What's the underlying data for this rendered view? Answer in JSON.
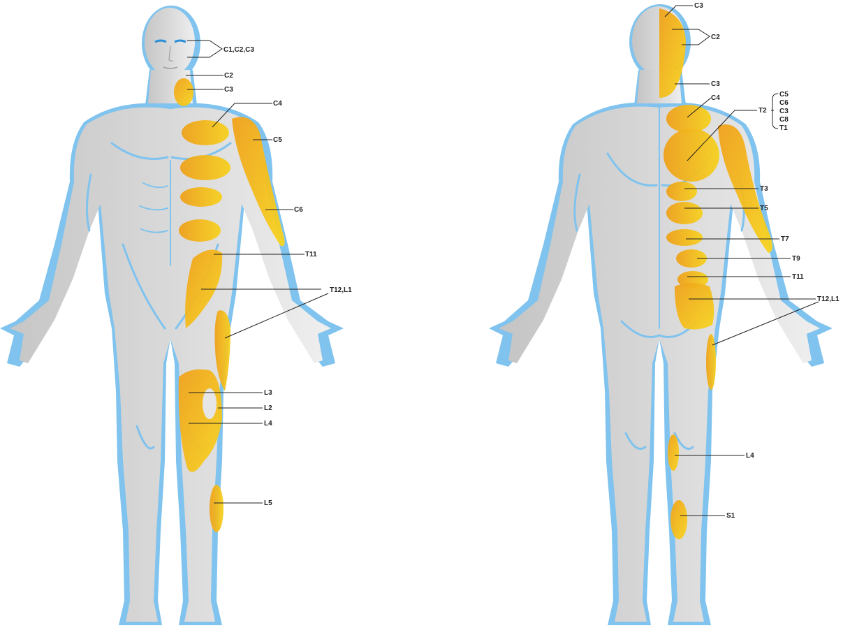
{
  "front": {
    "labels": {
      "c1c2c3": "C1,C2,C3",
      "c2": "C2",
      "c3": "C3",
      "c4": "C4",
      "c5": "C5",
      "c6": "C6",
      "t11": "T11",
      "t12l1": "T12,L1",
      "l3": "L3",
      "l2": "L2",
      "l4": "L4",
      "l5": "L5"
    }
  },
  "back": {
    "labels": {
      "c3_top": "C3",
      "c2": "C2",
      "c3": "C3",
      "c4": "C4",
      "t2": "T2",
      "group": [
        "C5",
        "C6",
        "C3",
        "C8",
        "T1"
      ],
      "t3": "T3",
      "t5": "T5",
      "t7": "T7",
      "t9": "T9",
      "t11": "T11",
      "t12l1": "T12,L1",
      "l4": "L4",
      "s1": "S1"
    }
  },
  "colors": {
    "skin_light": "#e6e6e6",
    "skin_dark": "#c9c9c9",
    "outline_blue": "#7fc3ee",
    "zone_orange": "#f2a81d",
    "zone_yellow": "#f5d21e"
  }
}
